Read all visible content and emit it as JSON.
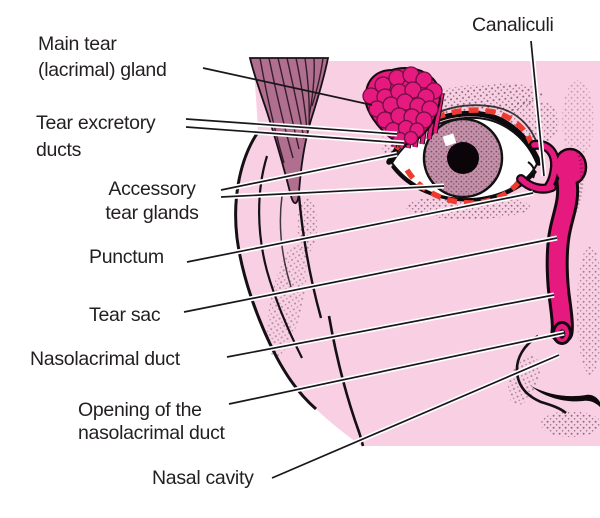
{
  "figure": {
    "labels": {
      "main_tear_gland": "Main tear\n(lacrimal) gland",
      "canaliculi": "Canaliculi",
      "tear_excretory_ducts": "Tear excretory\nducts",
      "accessory_tear_glands": "Accessory\ntear glands",
      "punctum": "Punctum",
      "tear_sac": "Tear sac",
      "nasolacrimal_duct": "Nasolacrimal duct",
      "opening_of_the_nasolacrimal_duct": "Opening of the\nnasolacrimal duct",
      "nasal_cavity": "Nasal cavity"
    },
    "colors": {
      "background": "#FFFFFF",
      "face_skin": "#F8CFE3",
      "lacrimal_magenta": "#E6197F",
      "hair_mauve": "#B06F8F",
      "accessory_gland_dash_red": "#EE3B2F",
      "iris_mauve": "#C590A9",
      "label_text": "#231F20",
      "outline_black": "#14090F"
    }
  }
}
